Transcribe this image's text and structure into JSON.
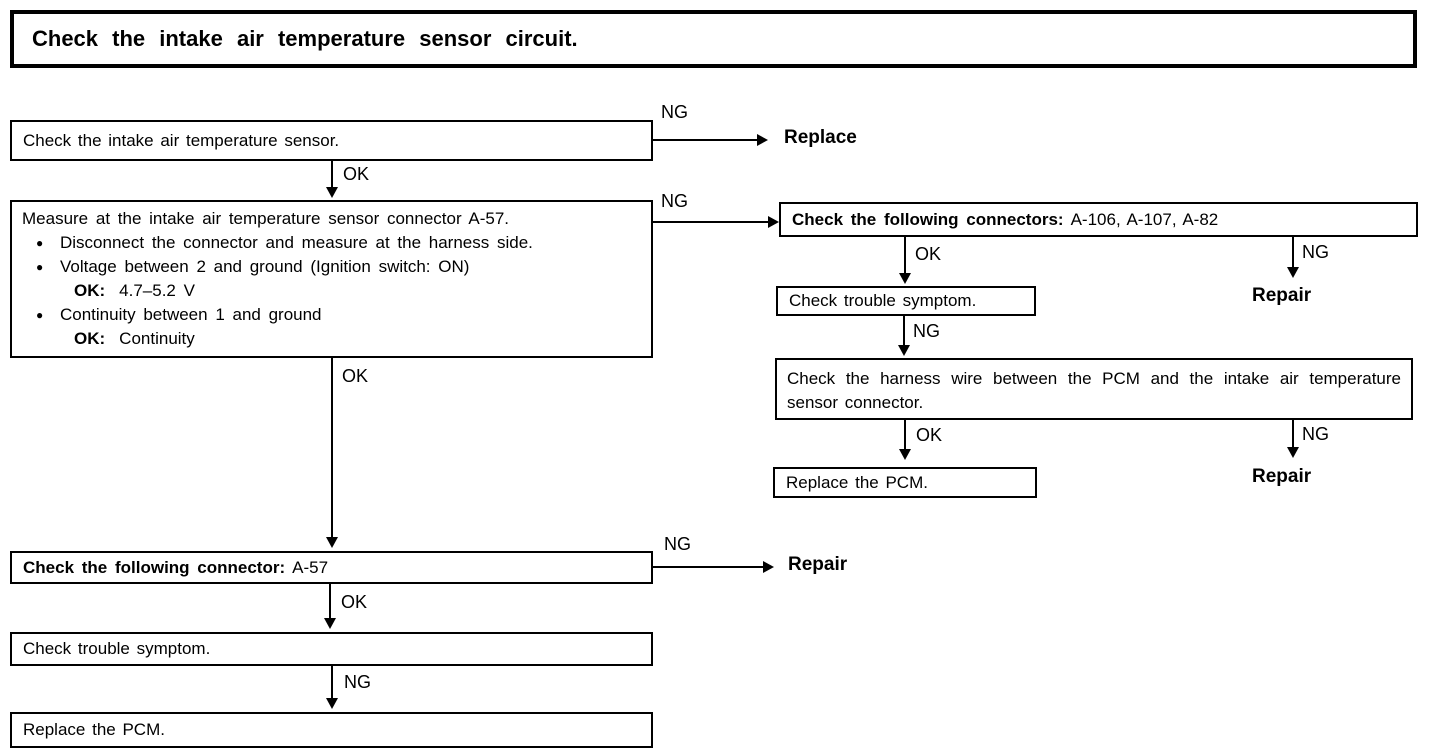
{
  "title": "Check the intake air temperature sensor circuit.",
  "edge_labels": {
    "ok": "OK",
    "ng": "NG"
  },
  "actions": {
    "replace": "Replace",
    "repair": "Repair"
  },
  "left_column": {
    "step1": "Check the intake air temperature sensor.",
    "step2": {
      "intro": "Measure at the intake air temperature sensor connector A-57.",
      "bullet_glyph": "●",
      "bullet1": "Disconnect the connector and measure at the harness side.",
      "bullet2": "Voltage between 2 and ground (Ignition switch: ON)",
      "bullet2_ok_label": "OK:",
      "bullet2_ok_value": "4.7–5.2 V",
      "bullet3": "Continuity between 1 and ground",
      "bullet3_ok_label": "OK:",
      "bullet3_ok_value": "Continuity"
    },
    "step3_label": "Check the following connector:",
    "step3_value": "A-57",
    "step4": "Check trouble symptom.",
    "step5": "Replace the PCM."
  },
  "right_column": {
    "step1_label": "Check the following connectors:",
    "step1_value": "A-106, A-107, A-82",
    "step2": "Check trouble symptom.",
    "step3": "Check the harness wire between the PCM and the intake air temperature sensor connector.",
    "step4": "Replace the PCM."
  },
  "colors": {
    "ink": "#000000",
    "paper": "#ffffff"
  }
}
